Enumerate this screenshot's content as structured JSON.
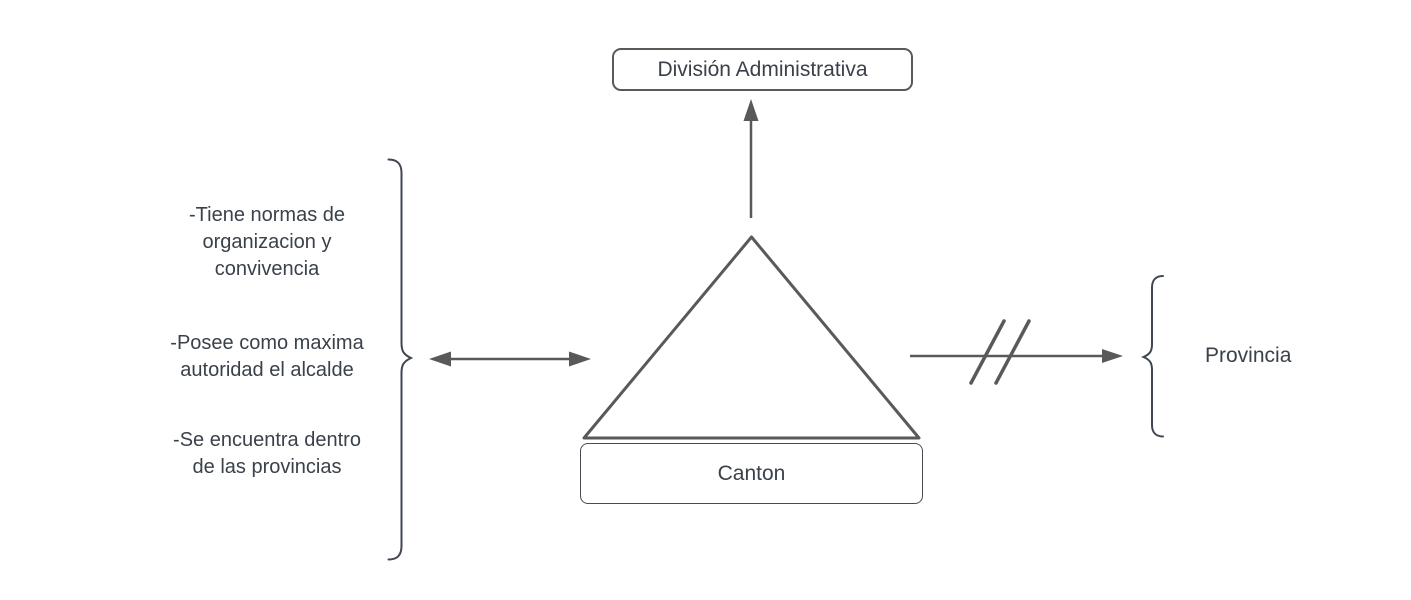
{
  "diagram": {
    "top_box": {
      "label": "División Administrativa"
    },
    "canton_box": {
      "label": "Canton"
    },
    "provincia_label": {
      "text": "Provincia"
    },
    "notes": [
      {
        "lines": [
          "-Tiene normas de",
          "organizacion y",
          "convivencia"
        ]
      },
      {
        "lines": [
          "-Posee como maxima",
          "autoridad el alcalde"
        ]
      },
      {
        "lines": [
          "-Se encuentra dentro",
          "de las provincias"
        ]
      }
    ],
    "colors": {
      "shape_stroke": "#595959",
      "brace_stroke": "#3f4650",
      "text": "#3a414b",
      "node_fill": "#ffffff",
      "canvas_bg": "#ffffff"
    }
  }
}
